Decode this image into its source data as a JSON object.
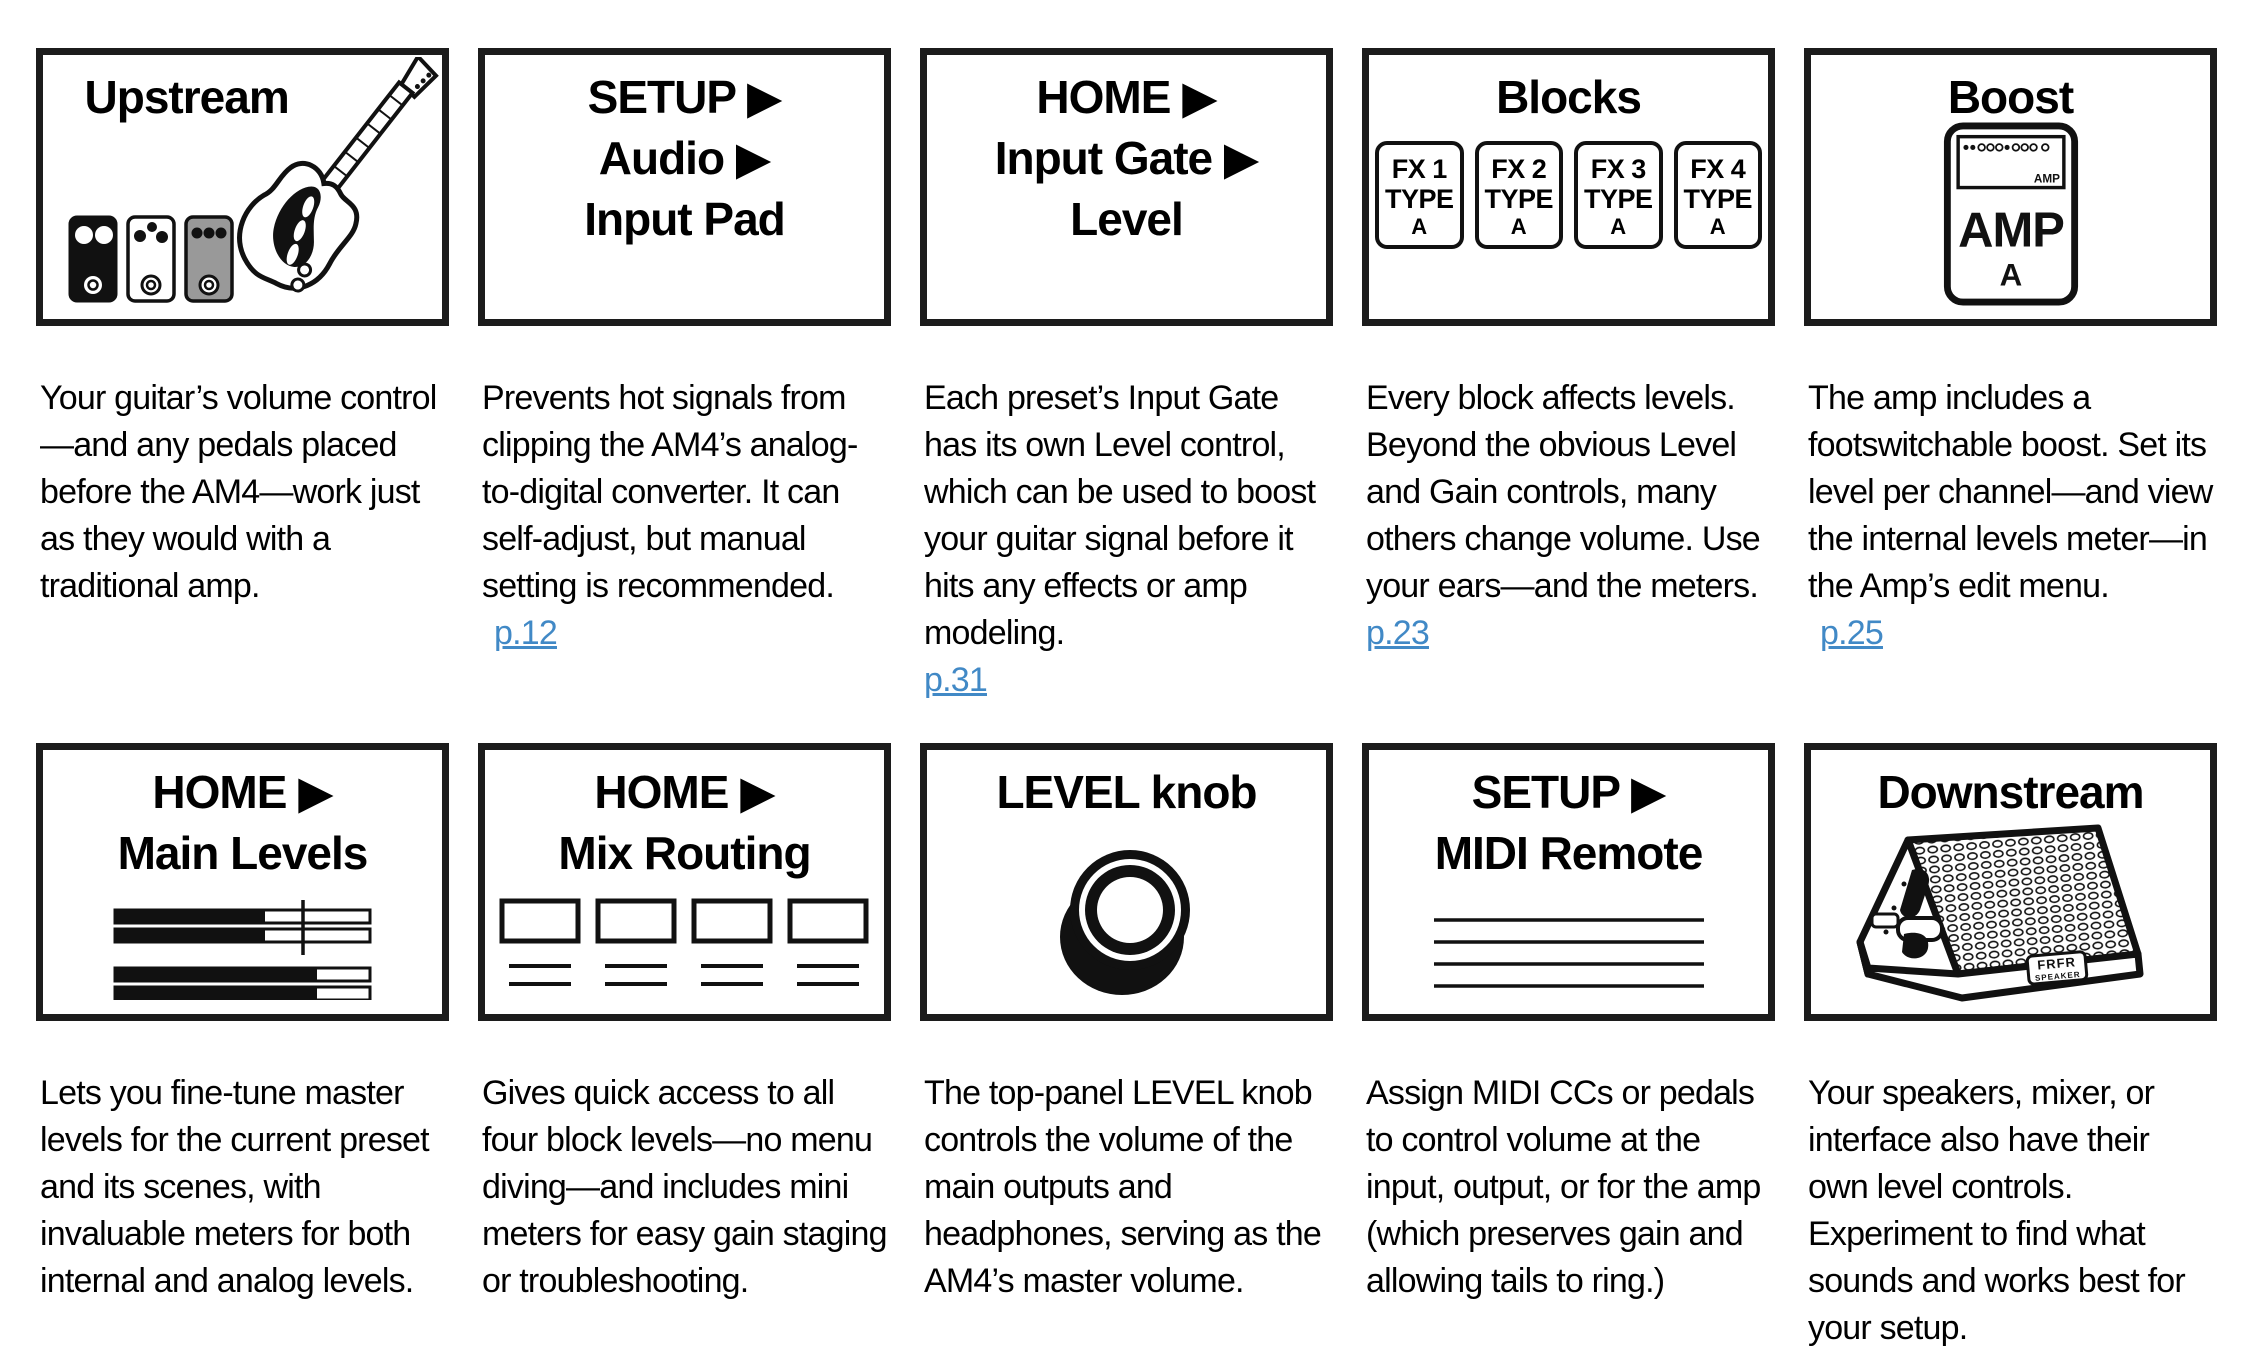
{
  "page": {
    "background": "#ffffff",
    "card_border_color": "#1c1c1c",
    "link_color": "#4189c6",
    "text_color": "#000000"
  },
  "cards": [
    {
      "id": "upstream",
      "title_lines": [
        "Upstream"
      ],
      "icon": "guitar-and-pedals-icon",
      "description": "Your guitar’s volume control—and any pedals placed before the AM4—work just as they would with a traditional amp.",
      "link": ""
    },
    {
      "id": "setup-audio-input-pad",
      "title_lines": [
        "SETUP ▶",
        "Audio ▶",
        "Input Pad"
      ],
      "description": "Prevents hot signals from clipping the AM4’s analog-to-digital converter. It can self-adjust, but manual setting is recommended.",
      "link": "p.12"
    },
    {
      "id": "home-input-gate-level",
      "title_lines": [
        "HOME ▶",
        "Input Gate ▶",
        "Level"
      ],
      "description": "Each preset’s Input Gate has its own Level control, which can be used to boost your guitar signal before it hits any effects or amp modeling.",
      "link": "p.31"
    },
    {
      "id": "blocks",
      "title_lines": [
        "Blocks"
      ],
      "fx_blocks": [
        [
          "FX 1",
          "TYPE",
          "A"
        ],
        [
          "FX 2",
          "TYPE",
          "A"
        ],
        [
          "FX 3",
          "TYPE",
          "A"
        ],
        [
          "FX 4",
          "TYPE",
          "A"
        ]
      ],
      "description": "Every block affects levels. Beyond the obvious Level and Gain controls, many others change volume. Use your ears—and the meters.",
      "link": "p.23"
    },
    {
      "id": "boost",
      "title_lines": [
        "Boost"
      ],
      "amp": {
        "panel_label": "AMP",
        "big_label": "AMP",
        "channel": "A"
      },
      "description": "The amp includes a footswitchable boost. Set its level per channel—and view the internal levels meter—in the Amp’s edit menu.",
      "link": "p.25"
    },
    {
      "id": "home-main-levels",
      "title_lines": [
        "HOME ▶",
        "Main Levels"
      ],
      "icon": "level-meters-icon",
      "description": "Lets you fine-tune master levels for the current preset and its scenes, with invaluable meters for both internal and analog levels.",
      "link": ""
    },
    {
      "id": "home-mix-routing",
      "title_lines": [
        "HOME ▶",
        "Mix Routing"
      ],
      "icon": "mix-routing-icon",
      "description": "Gives quick access to all four block levels—no menu diving—and includes mini meters for easy gain staging or troubleshooting.",
      "link": ""
    },
    {
      "id": "level-knob",
      "title_lines": [
        "LEVEL knob"
      ],
      "icon": "knob-icon",
      "description": "The top-panel LEVEL knob controls the volume of the main outputs and headphones, serving as the AM4’s master volume.",
      "link": ""
    },
    {
      "id": "setup-midi-remote",
      "title_lines": [
        "SETUP ▶",
        "MIDI Remote"
      ],
      "icon": "midi-list-icon",
      "description": "Assign MIDI CCs or pedals to control volume at the input, output, or for the amp (which preserves gain and allowing tails to ring.)",
      "link": ""
    },
    {
      "id": "downstream",
      "title_lines": [
        "Downstream"
      ],
      "speaker_label": [
        "FRFR",
        "SPEAKER"
      ],
      "description": "Your speakers, mixer, or interface also have their own level controls. Experiment to find what sounds and works best for your setup.",
      "link": ""
    }
  ]
}
